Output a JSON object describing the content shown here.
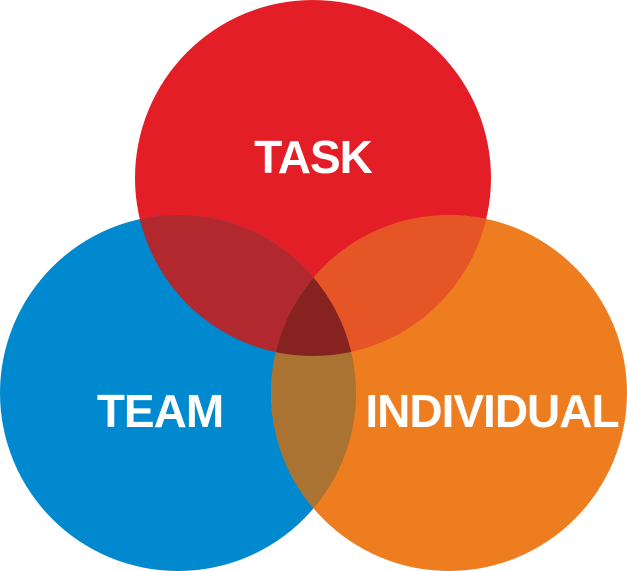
{
  "diagram": {
    "type": "venn",
    "sets": [
      {
        "id": "task",
        "label": "TASK",
        "color": "#E31E26"
      },
      {
        "id": "team",
        "label": "TEAM",
        "color": "#0089CF"
      },
      {
        "id": "individual",
        "label": "INDIVIDUAL",
        "color": "#EE7D1F"
      }
    ],
    "overlap_colors": {
      "task_team": "#B1282E",
      "task_individual": "#E55525",
      "team_individual": "#AB7331",
      "all": "#86221F"
    }
  }
}
